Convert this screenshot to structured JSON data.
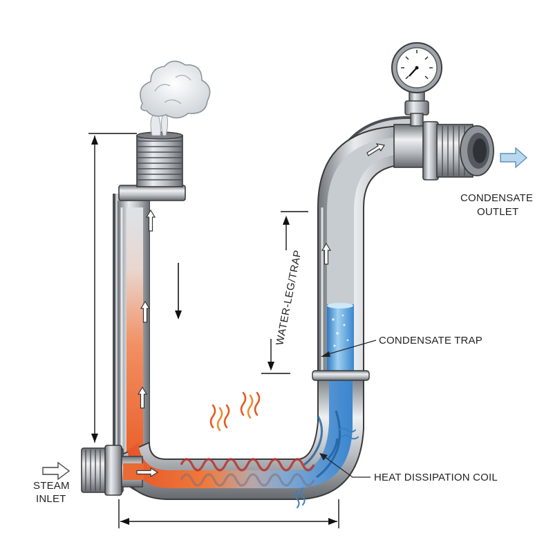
{
  "labels": {
    "steam_inlet_line1": "STEAM",
    "steam_inlet_line2": "INLET",
    "condensate_outlet_line1": "CONDENSATE",
    "condensate_outlet_line2": "OUTLET",
    "water_leg": "WATER-LEG/TRAP",
    "condensate_trap": "CONDENSATE TRAP",
    "heat_coil": "HEAT DISSIPATION COIL"
  },
  "colors": {
    "hot": "#e8652a",
    "cold": "#3f8fd6",
    "steel": "#a9adb2",
    "arrow_flow": "#b8d8ee"
  },
  "icons": [
    "steam-cloud-icon",
    "pressure-gauge-icon",
    "heat-wave-icon",
    "flow-arrow-icon"
  ]
}
